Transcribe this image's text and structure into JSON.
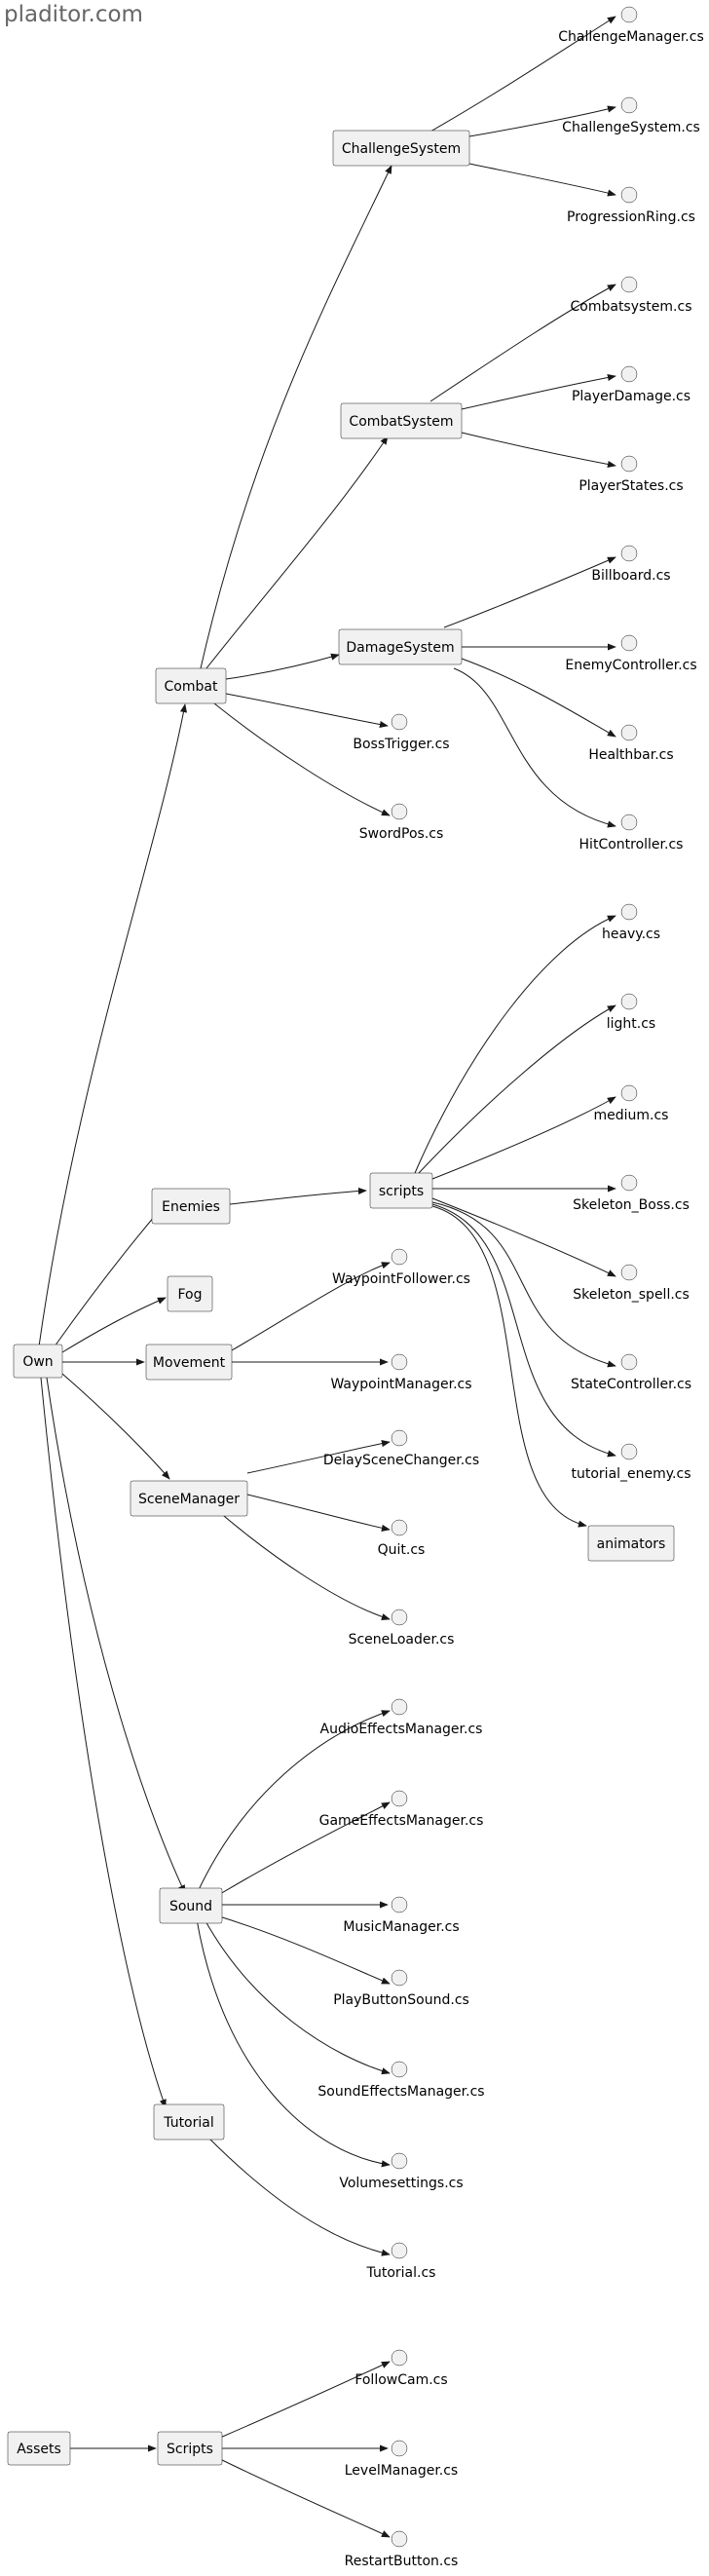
{
  "watermark": "pladitor.com",
  "folders": {
    "own": "Own",
    "combat": "Combat",
    "challengesystem": "ChallengeSystem",
    "combatsystem": "CombatSystem",
    "damagesystem": "DamageSystem",
    "enemies": "Enemies",
    "scripts_enemy": "scripts",
    "animators": "animators",
    "fog": "Fog",
    "movement": "Movement",
    "scenemanager": "SceneManager",
    "sound": "Sound",
    "tutorial": "Tutorial",
    "assets": "Assets",
    "scripts": "Scripts"
  },
  "files": {
    "challengemanager": "ChallengeManager.cs",
    "challengesystem_cs": "ChallengeSystem.cs",
    "progressionring": "ProgressionRing.cs",
    "combatsystem_cs": "Combatsystem.cs",
    "playerdamage": "PlayerDamage.cs",
    "playerstates": "PlayerStates.cs",
    "billboard": "Billboard.cs",
    "enemycontroller": "EnemyController.cs",
    "healthbar": "Healthbar.cs",
    "hitcontroller": "HitController.cs",
    "bosstrigger": "BossTrigger.cs",
    "swordpos": "SwordPos.cs",
    "heavy": "heavy.cs",
    "light": "light.cs",
    "medium": "medium.cs",
    "skeleton_boss": "Skeleton_Boss.cs",
    "skeleton_spell": "Skeleton_spell.cs",
    "statecontroller": "StateController.cs",
    "tutorial_enemy": "tutorial_enemy.cs",
    "waypointfollower": "WaypointFollower.cs",
    "waypointmanager": "WaypointManager.cs",
    "delayscenechanger": "DelaySceneChanger.cs",
    "quit": "Quit.cs",
    "sceneloader": "SceneLoader.cs",
    "audioeffectsmanager": "AudioEffectsManager.cs",
    "gameeffectsmanager": "GameEffectsManager.cs",
    "musicmanager": "MusicManager.cs",
    "playbuttonsound": "PlayButtonSound.cs",
    "soundeffectsmanager": "SoundEffectsManager.cs",
    "volumesettings": "Volumesettings.cs",
    "tutorial_cs": "Tutorial.cs",
    "followcam": "FollowCam.cs",
    "levelmanager": "LevelManager.cs",
    "restartbutton": "RestartButton.cs"
  }
}
